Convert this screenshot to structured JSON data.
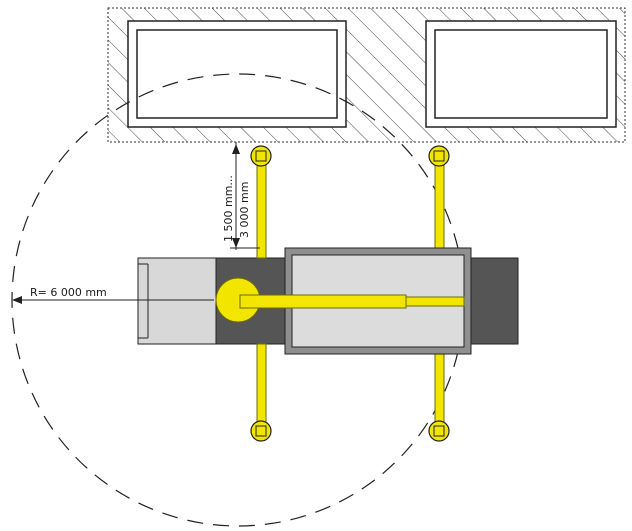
{
  "annotations": {
    "radius_label": "R= 6 000 mm",
    "distance_label_min": "1 500 mm...",
    "distance_label_max": "3 000 mm"
  },
  "colors": {
    "yellow": "#f2e600",
    "yellow_stroke": "#6b6b00",
    "dark_gray": "#555555",
    "mid_gray": "#8f8f8f",
    "light_gray": "#d8d8d8",
    "outline": "#222222"
  }
}
